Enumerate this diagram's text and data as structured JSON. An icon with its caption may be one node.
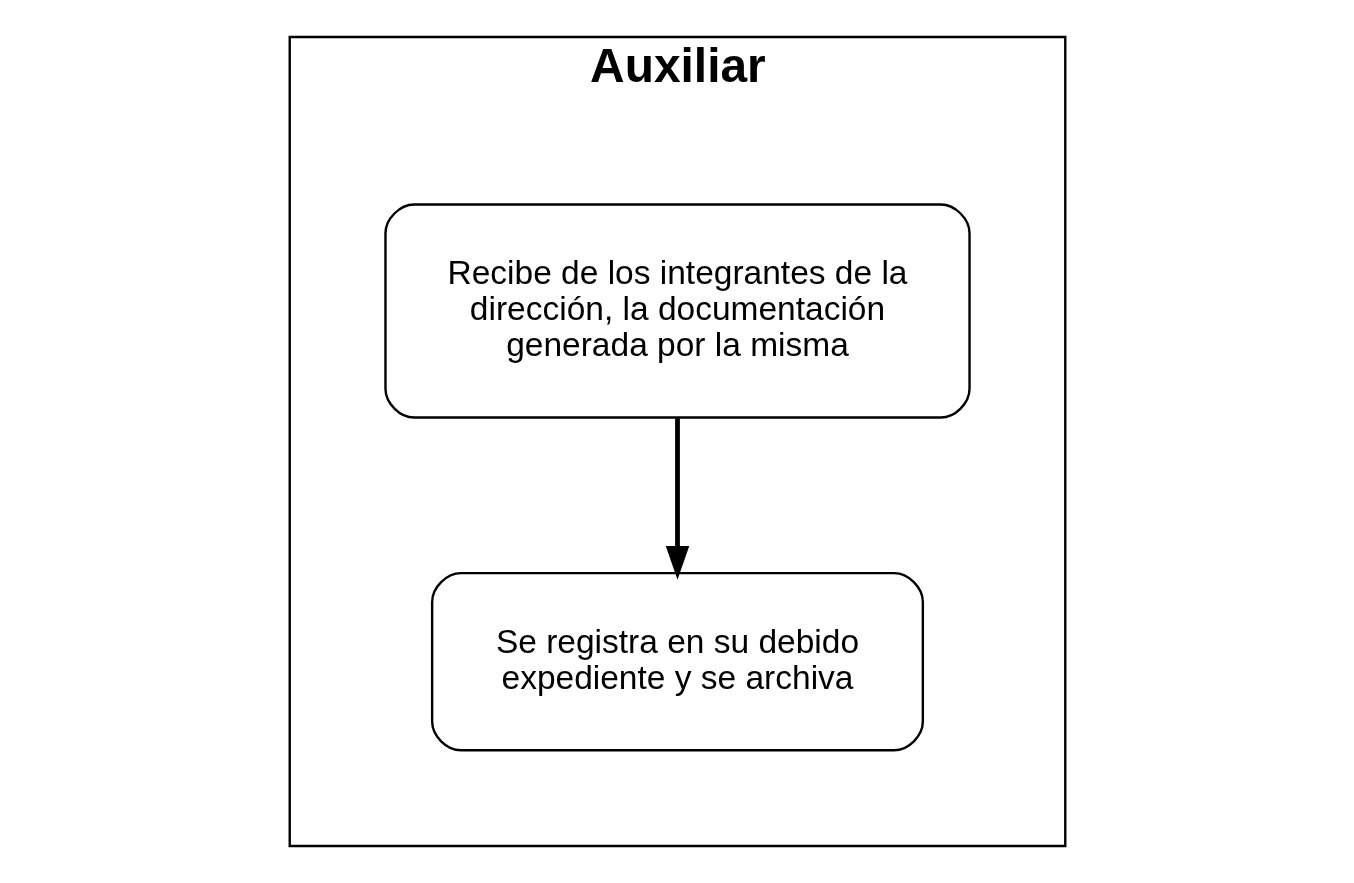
{
  "diagram": {
    "nodes": [
      {
        "text": [
          "Auxiliar"
        ]
      },
      {
        "text": [
          "Recibe de los integrantes de la dirección, la documentación generada por la misma"
        ],
        "in": 0
      },
      {
        "text": [
          "Se registra en su debido expediente y se archiva"
        ],
        "in": 0
      }
    ],
    "edges": [
      {
        "from": 1,
        "to": 2,
        "arrow": "to"
      }
    ]
  }
}
